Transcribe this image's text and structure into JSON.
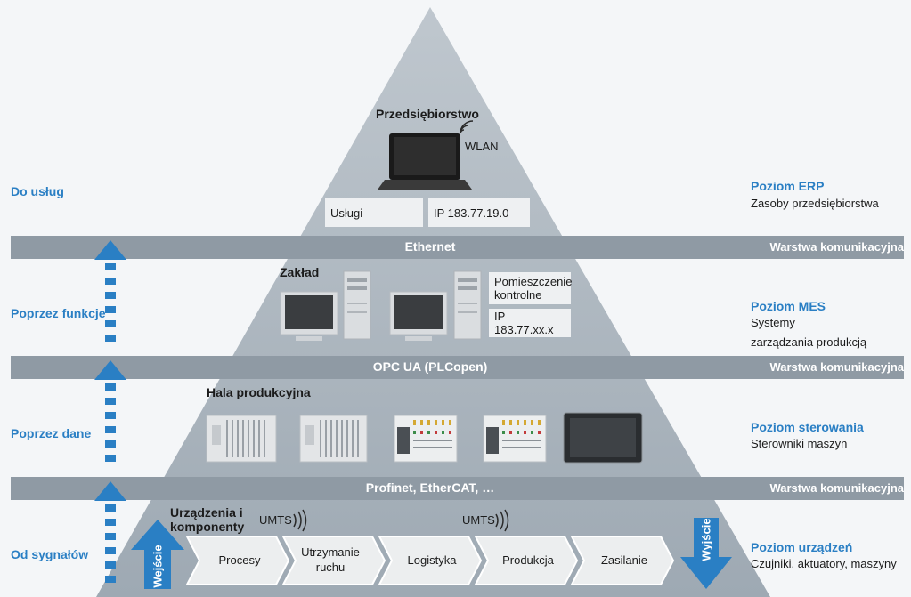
{
  "left_labels": [
    "Do usług",
    "Poprzez funkcje",
    "Poprzez dane",
    "Od sygnałów"
  ],
  "bands": {
    "center": [
      "Ethernet",
      "OPC UA (PLCopen)",
      "Profinet, EtherCAT, …"
    ],
    "right_label": "Warstwa komunikacyjna"
  },
  "levels": {
    "erp": {
      "title": "Poziom ERP",
      "desc": "Zasoby przedsiębiorstwa"
    },
    "mes": {
      "title": "Poziom MES",
      "desc1": "Systemy",
      "desc2": "zarządzania produkcją"
    },
    "control": {
      "title": "Poziom sterowania",
      "desc": "Sterowniki maszyn"
    },
    "device": {
      "title": "Poziom urządzeń",
      "desc": "Czujniki, aktuatory, maszyny"
    }
  },
  "top": {
    "heading": "Przedsiębiorstwo",
    "wlan": "WLAN",
    "services": "Usługi",
    "ip": "IP 183.77.19.0"
  },
  "plant": {
    "heading": "Zakład",
    "control_room": "Pomieszczenie kontrolne",
    "ip": "IP 183.77.xx.x"
  },
  "hall": {
    "heading": "Hala produkcyjna"
  },
  "devices": {
    "heading": "Urządzenia i komponenty",
    "umts1": "UMTS",
    "umts2": "UMTS",
    "input": "Wejście",
    "output": "Wyjście",
    "chevrons": [
      "Procesy",
      "Utrzymanie ruchu",
      "Logistyka",
      "Produkcja",
      "Zasilanie"
    ]
  },
  "colors": {
    "accent_blue": "#2a7fc4",
    "band_gray": "#8f9aa4",
    "pyramid_gray": "#a9b3bc"
  }
}
